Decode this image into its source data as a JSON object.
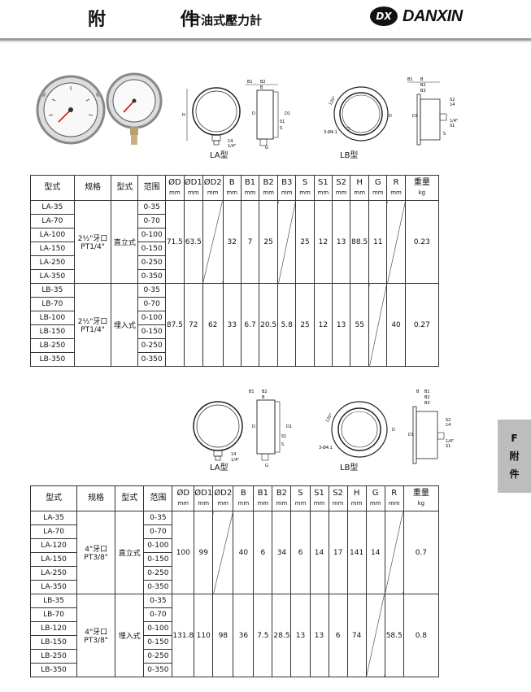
{
  "header": {
    "title_main": "附 件",
    "title_sub": "甘油式壓力計",
    "brand_logo": "DX",
    "brand_name": "DANXIN"
  },
  "side_tab": {
    "letter": "F",
    "line1": "附",
    "line2": "件"
  },
  "section1": {
    "captions": {
      "la": "LA型",
      "lb": "LB型"
    },
    "diagram_labels": {
      "h": "H",
      "d": "D",
      "d1": "D1",
      "b1": "B1",
      "b2": "B2",
      "b3": "B3",
      "s": "S",
      "s1": "S1",
      "s2": "S2",
      "g": "G",
      "n14": "14",
      "quarter": "1/4\"",
      "hole": "3-Ø4.1",
      "angle": "120°"
    },
    "headers": [
      {
        "top": "型式",
        "unit": ""
      },
      {
        "top": "规格",
        "unit": ""
      },
      {
        "top": "型式",
        "unit": ""
      },
      {
        "top": "范围",
        "unit": ""
      },
      {
        "top": "ØD",
        "unit": "mm"
      },
      {
        "top": "ØD1",
        "unit": "mm"
      },
      {
        "top": "ØD2",
        "unit": "mm"
      },
      {
        "top": "B",
        "unit": "mm"
      },
      {
        "top": "B1",
        "unit": "mm"
      },
      {
        "top": "B2",
        "unit": "mm"
      },
      {
        "top": "B3",
        "unit": "mm"
      },
      {
        "top": "S",
        "unit": "mm"
      },
      {
        "top": "S1",
        "unit": "mm"
      },
      {
        "top": "S2",
        "unit": "mm"
      },
      {
        "top": "H",
        "unit": "mm"
      },
      {
        "top": "G",
        "unit": "mm"
      },
      {
        "top": "R",
        "unit": "mm"
      },
      {
        "top": "重量",
        "unit": "kg"
      }
    ],
    "groups": [
      {
        "models": [
          "LA-35",
          "LA-70",
          "LA-100",
          "LA-150",
          "LA-250",
          "LA-350"
        ],
        "spec": "2½\"牙口\nPT1/4\"",
        "mount": "直立式",
        "ranges": [
          "0-35",
          "0-70",
          "0-100",
          "0-150",
          "0-250",
          "0-350"
        ],
        "dims": [
          "71.5",
          "63.5",
          "",
          "32",
          "7",
          "25",
          "",
          "25",
          "12",
          "13",
          "88.5",
          "11",
          "",
          "0.23"
        ]
      },
      {
        "models": [
          "LB-35",
          "LB-70",
          "LB-100",
          "LB-150",
          "LB-250",
          "LB-350"
        ],
        "spec": "2½\"牙口\nPT1/4\"",
        "mount": "埋入式",
        "ranges": [
          "0-35",
          "0-70",
          "0-100",
          "0-150",
          "0-250",
          "0-350"
        ],
        "dims": [
          "87.5",
          "72",
          "62",
          "33",
          "6.7",
          "20.5",
          "5.8",
          "25",
          "12",
          "13",
          "55",
          "",
          "40",
          "0.27"
        ]
      }
    ]
  },
  "section2": {
    "captions": {
      "la": "LA型",
      "lb": "LB型"
    },
    "groups": [
      {
        "models": [
          "LA-35",
          "LA-70",
          "LA-120",
          "LA-150",
          "LA-250",
          "LA-350"
        ],
        "spec": "4\"牙口\nPT3/8\"",
        "mount": "直立式",
        "ranges": [
          "0-35",
          "0-70",
          "0-100",
          "0-150",
          "0-250",
          "0-350"
        ],
        "dims": [
          "100",
          "99",
          "",
          "40",
          "6",
          "34",
          "6",
          "14",
          "17",
          "141",
          "14",
          "",
          "0.7"
        ]
      },
      {
        "models": [
          "LB-35",
          "LB-70",
          "LB-120",
          "LB-150",
          "LB-250",
          "LB-350"
        ],
        "spec": "4\"牙口\nPT3/8\"",
        "mount": "埋入式",
        "ranges": [
          "0-35",
          "0-70",
          "0-100",
          "0-150",
          "0-250",
          "0-350"
        ],
        "dims": [
          "131.8",
          "110",
          "98",
          "36",
          "7.5",
          "28.5",
          "13",
          "13",
          "6",
          "74",
          "",
          "58.5",
          "0.8"
        ]
      }
    ],
    "headers": [
      {
        "top": "型式",
        "unit": ""
      },
      {
        "top": "规格",
        "unit": ""
      },
      {
        "top": "型式",
        "unit": ""
      },
      {
        "top": "范围",
        "unit": ""
      },
      {
        "top": "ØD",
        "unit": "mm"
      },
      {
        "top": "ØD1",
        "unit": "mm"
      },
      {
        "top": "ØD2",
        "unit": "mm"
      },
      {
        "top": "B",
        "unit": "mm"
      },
      {
        "top": "B1",
        "unit": "mm"
      },
      {
        "top": "B2",
        "unit": "mm"
      },
      {
        "top": "S",
        "unit": "mm"
      },
      {
        "top": "S1",
        "unit": "mm"
      },
      {
        "top": "S2",
        "unit": "mm"
      },
      {
        "top": "H",
        "unit": "mm"
      },
      {
        "top": "G",
        "unit": "mm"
      },
      {
        "top": "R",
        "unit": "mm"
      },
      {
        "top": "重量",
        "unit": "kg"
      }
    ]
  }
}
